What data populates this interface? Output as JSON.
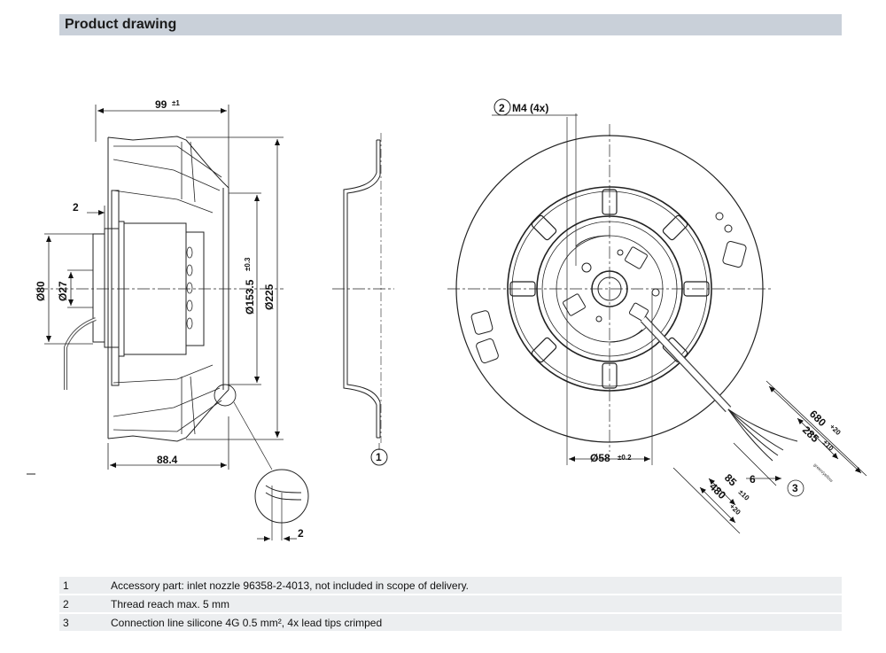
{
  "header": {
    "title": "Product drawing"
  },
  "dimensions": {
    "width_99": "99",
    "width_99_tol": "±1",
    "gap_2": "2",
    "d80": "Ø80",
    "d27": "Ø27",
    "d153": "Ø153.5",
    "d153_tol": "±0.3",
    "d225": "Ø225",
    "len_88": "88.4",
    "detail_2": "2",
    "d58": "Ø58",
    "d58_tol": "±0.2",
    "m4": "M4 (4x)",
    "c680": "680",
    "c680_tol": "+20",
    "c285": "285",
    "c285_tol": "±10",
    "c6": "6",
    "c85": "85",
    "c85_tol": "±10",
    "c480": "480",
    "c480_tol": "+20",
    "wire_label": "green/yellow"
  },
  "callouts": {
    "c1": "1",
    "c2": "2",
    "c3": "3"
  },
  "notes": [
    {
      "num": "1",
      "text": "Accessory part: inlet nozzle 96358-2-4013, not included in scope of delivery."
    },
    {
      "num": "2",
      "text": "Thread reach max. 5 mm"
    },
    {
      "num": "3",
      "text": "Connection line silicone 4G 0.5 mm², 4x lead tips crimped"
    }
  ]
}
